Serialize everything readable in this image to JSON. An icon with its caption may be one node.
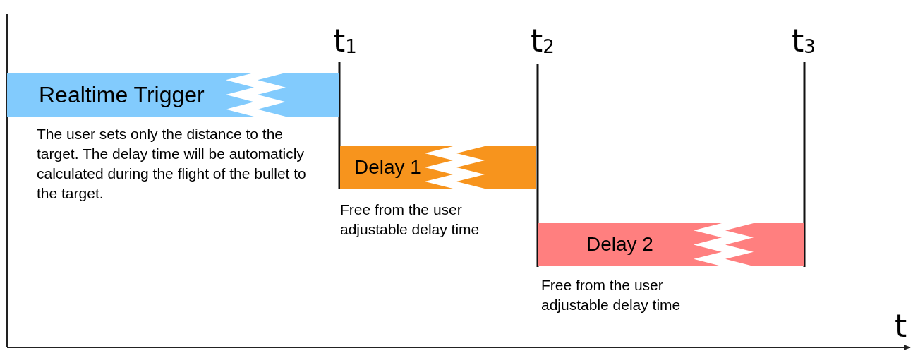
{
  "diagram": {
    "nodes": [
      {
        "text": [
          "Realtime Trigger"
        ],
        "beside": [
          "The user sets only the distance to the target. The delay time will be automaticly calculated during the flight of the bullet to the target."
        ]
      },
      {
        "text": [
          "Delay 1"
        ],
        "beside": [
          "Free from the user adjustable delay time"
        ]
      },
      {
        "text": [
          "Delay 2"
        ],
        "beside": [
          "Free from the user adjustable delay time"
        ]
      }
    ],
    "edges": [],
    "labels": [
      "t$_{1}$",
      "t$_{2}$",
      "t$_{3}$",
      "t"
    ]
  }
}
